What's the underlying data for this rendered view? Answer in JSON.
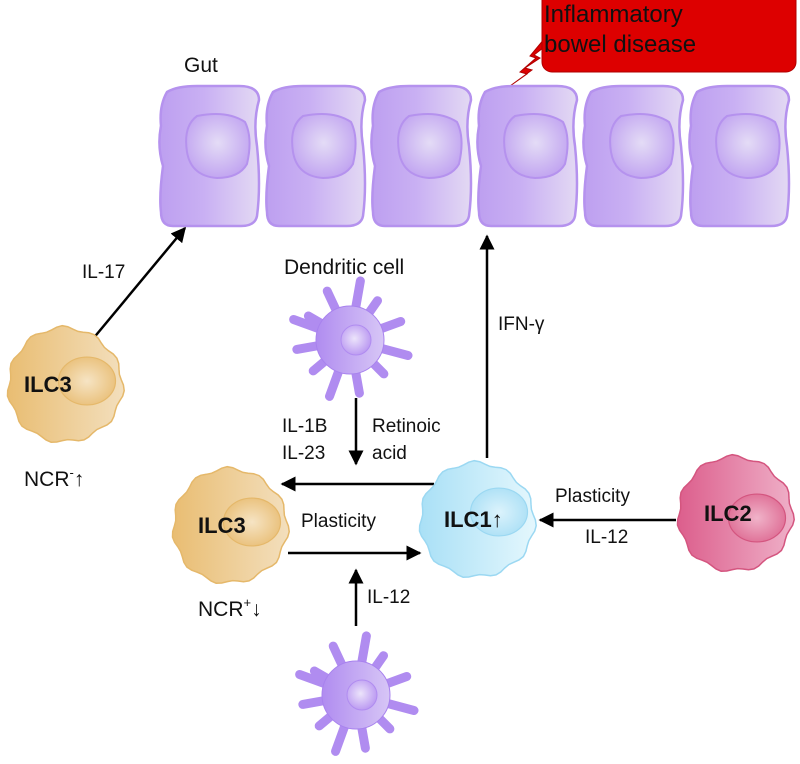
{
  "callout": {
    "line1": "Inflammatory",
    "line2": "bowel disease",
    "color": "#dd0000"
  },
  "gut": {
    "label": "Gut",
    "cell_count": 6,
    "cell_color": "#c4a6f2"
  },
  "cells": {
    "ilc3_top": {
      "label": "ILC3",
      "caption": "NCR",
      "caption_sup": "-",
      "caption_arrow": "↑",
      "color": "#ecc27a"
    },
    "ilc3_mid": {
      "label": "ILC3",
      "caption": "NCR",
      "caption_sup": "+",
      "caption_arrow": "↓",
      "color": "#ecc27a"
    },
    "ilc1": {
      "label": "ILC1",
      "label_arrow": "↑",
      "color": "#aee4f8"
    },
    "ilc2": {
      "label": "ILC2",
      "color": "#e06d95"
    },
    "dendritic_top": {
      "label": "Dendritic cell",
      "color": "#b897f2"
    },
    "dendritic_bottom": {
      "label": "",
      "color": "#b897f2"
    }
  },
  "arrows": {
    "il17": "IL-17",
    "ifn": "IFN-γ",
    "dc_left_1": "IL-1B",
    "dc_left_2": "IL-23",
    "dc_right_1": "Retinoic",
    "dc_right_2": "acid",
    "plasticity_mid": "Plasticity",
    "plasticity_right": "Plasticity",
    "il12_right": "IL-12",
    "il12_bottom": "IL-12"
  }
}
